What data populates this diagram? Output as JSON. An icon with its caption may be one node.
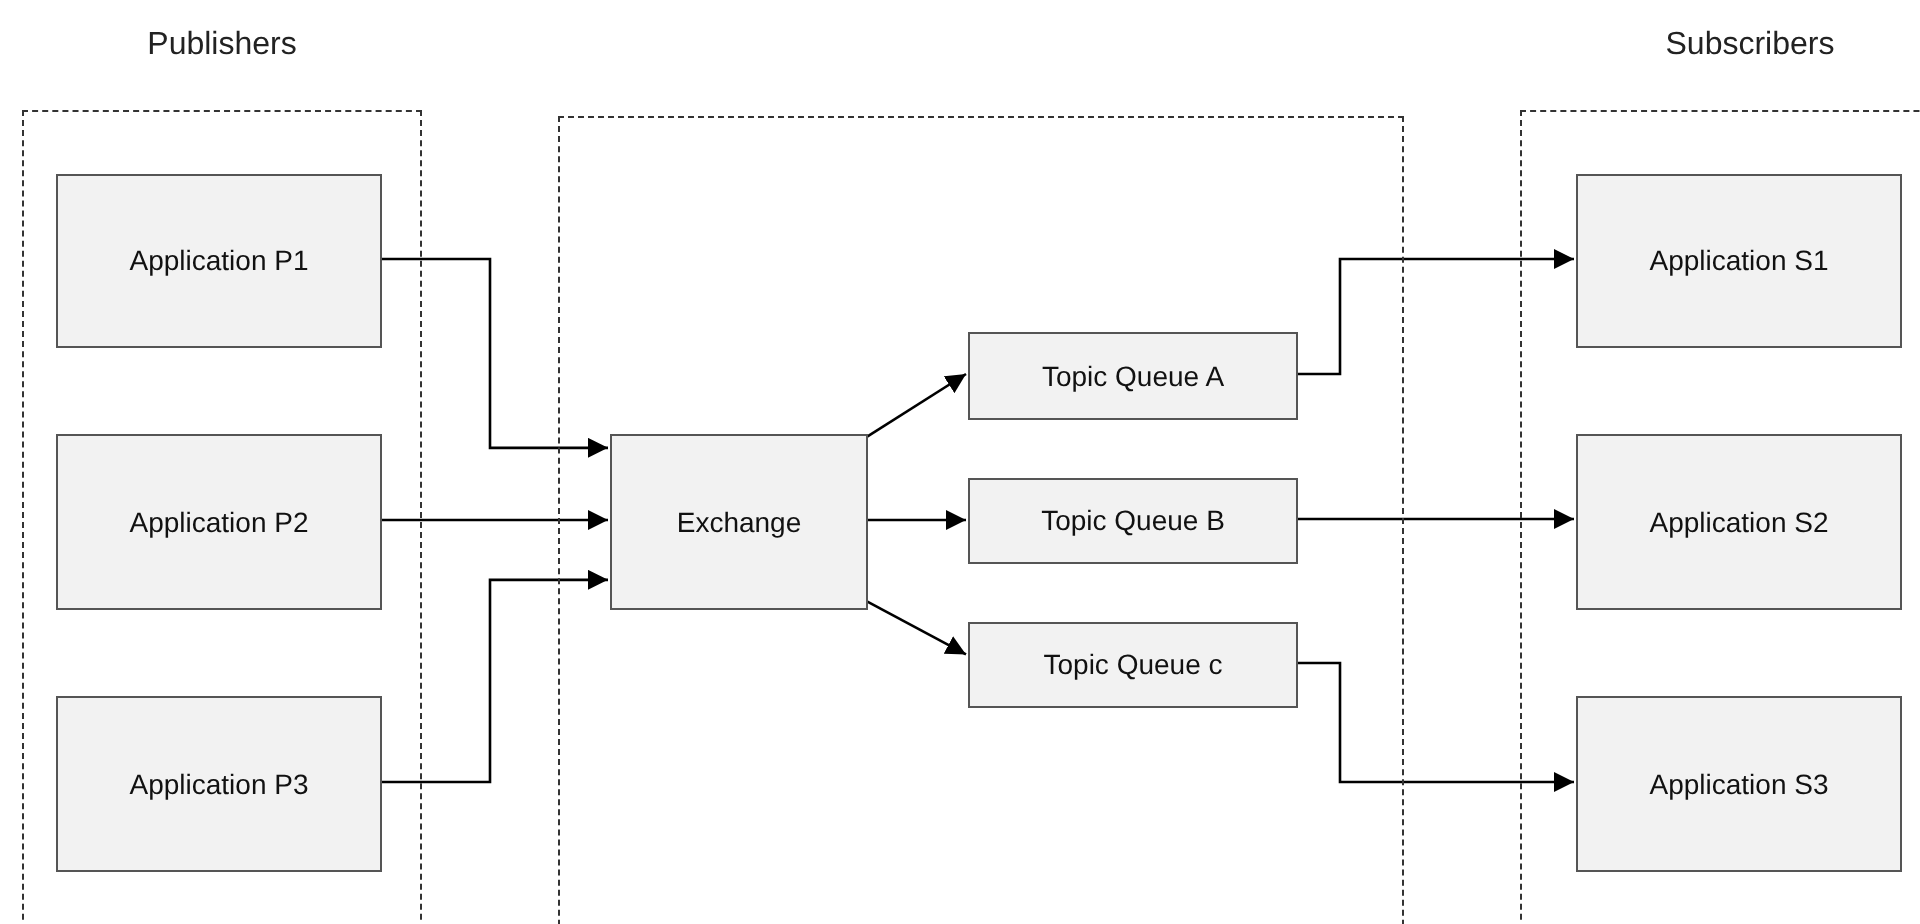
{
  "diagram": {
    "nodes": [
      {
        "text": [
          "Publishers"
        ]
      },
      {
        "text": [
          "Application P1"
        ],
        "in": 0
      },
      {
        "text": [
          "Application P2"
        ],
        "in": 0
      },
      {
        "text": [
          "Application P3"
        ],
        "in": 0
      },
      {
        "text": [],
        "shape": "box"
      },
      {
        "text": [
          "Exchange"
        ],
        "in": 4
      },
      {
        "text": [
          "Topic Queue A"
        ],
        "in": 4
      },
      {
        "text": [
          "Topic Queue B"
        ],
        "in": 4
      },
      {
        "text": [
          "Topic Queue c"
        ],
        "in": 4
      },
      {
        "text": [
          "Subscribers"
        ]
      },
      {
        "text": [
          "Application S1"
        ],
        "in": 9
      },
      {
        "text": [
          "Application S2"
        ],
        "in": 9
      },
      {
        "text": [
          "Application S3"
        ],
        "in": 9
      }
    ],
    "edges": [
      {
        "from": 1,
        "to": 5,
        "arrow": "to"
      },
      {
        "from": 2,
        "to": 5,
        "arrow": "to"
      },
      {
        "from": 3,
        "to": 5,
        "arrow": "to"
      },
      {
        "from": 5,
        "to": 6,
        "arrow": "to"
      },
      {
        "from": 5,
        "to": 7,
        "arrow": "to"
      },
      {
        "from": 5,
        "to": 8,
        "arrow": "to"
      },
      {
        "from": 6,
        "to": 10,
        "arrow": "to"
      },
      {
        "from": 7,
        "to": 11,
        "arrow": "to"
      },
      {
        "from": 8,
        "to": 12,
        "arrow": "to"
      }
    ]
  }
}
